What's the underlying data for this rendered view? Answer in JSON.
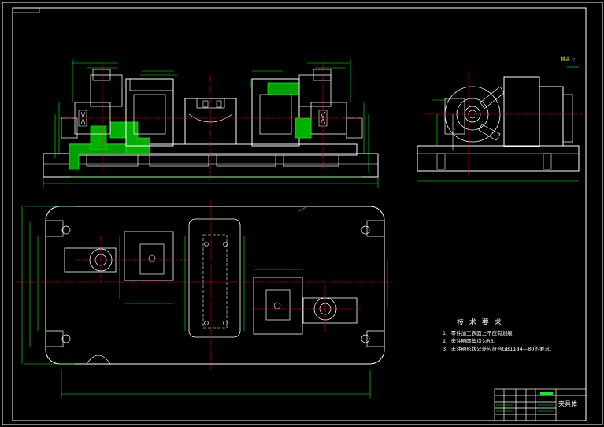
{
  "drawing": {
    "technical_requirements": {
      "title": "技 术 要 求",
      "items": [
        "1、零件加工表面上不应有划痕;",
        "2、未注明圆角均为R3;",
        "3、未注明形状公差应符合GB1184—80的要求;"
      ]
    },
    "title_block": {
      "name": "夹具体"
    },
    "roughness_note": "其余 ▽"
  },
  "colors": {
    "background": "#000000",
    "outline": "#ffffff",
    "dimension": "#00ff00",
    "centerline": "#ff0000",
    "hatch": "#00ff00",
    "annotation": "#ffff00"
  }
}
